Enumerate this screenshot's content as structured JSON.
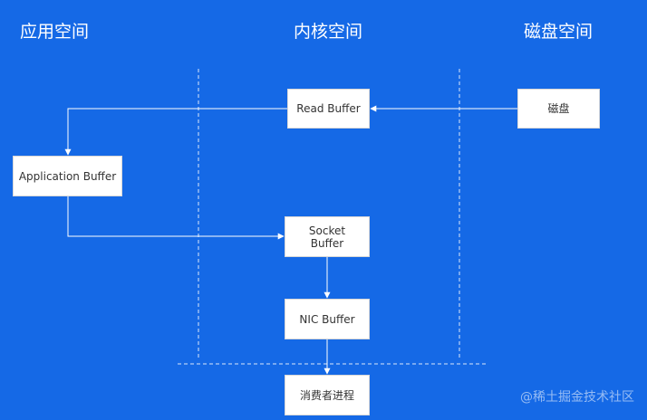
{
  "headings": {
    "app_space": "应用空间",
    "kernel_space": "内核空间",
    "disk_space": "磁盘空间"
  },
  "boxes": {
    "read_buffer": "Read Buffer",
    "disk": "磁盘",
    "application_buffer": "Application Buffer",
    "socket_buffer_line1": "Socket",
    "socket_buffer_line2": "Buffer",
    "nic_buffer": "NIC Buffer",
    "consumer_process": "消费者进程"
  },
  "watermark": "@稀土掘金技术社区",
  "colors": {
    "background": "#1569e6",
    "box_fill": "#ffffff",
    "line": "#ffffff",
    "text": "#333333"
  }
}
